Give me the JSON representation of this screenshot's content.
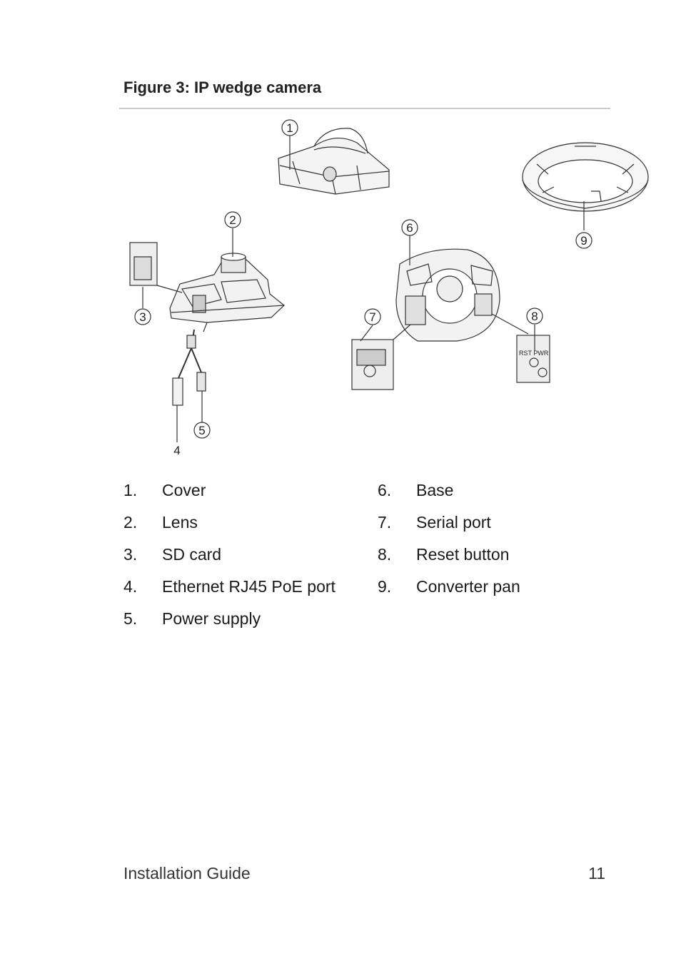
{
  "figure": {
    "title": "Figure 3: IP wedge camera",
    "callouts": [
      "1",
      "2",
      "3",
      "4",
      "5",
      "6",
      "7",
      "8",
      "9"
    ],
    "reset_label": "RST PWR"
  },
  "legend": {
    "left": [
      {
        "num": "1.",
        "label": "Cover"
      },
      {
        "num": "2.",
        "label": "Lens"
      },
      {
        "num": "3.",
        "label": "SD card"
      },
      {
        "num": "4.",
        "label": "Ethernet RJ45 PoE port"
      },
      {
        "num": "5.",
        "label": "Power supply"
      }
    ],
    "right": [
      {
        "num": "6.",
        "label": "Base"
      },
      {
        "num": "7.",
        "label": "Serial port"
      },
      {
        "num": "8.",
        "label": "Reset button"
      },
      {
        "num": "9.",
        "label": "Converter pan"
      }
    ]
  },
  "footer": {
    "title": "Installation Guide",
    "page_number": "11"
  }
}
